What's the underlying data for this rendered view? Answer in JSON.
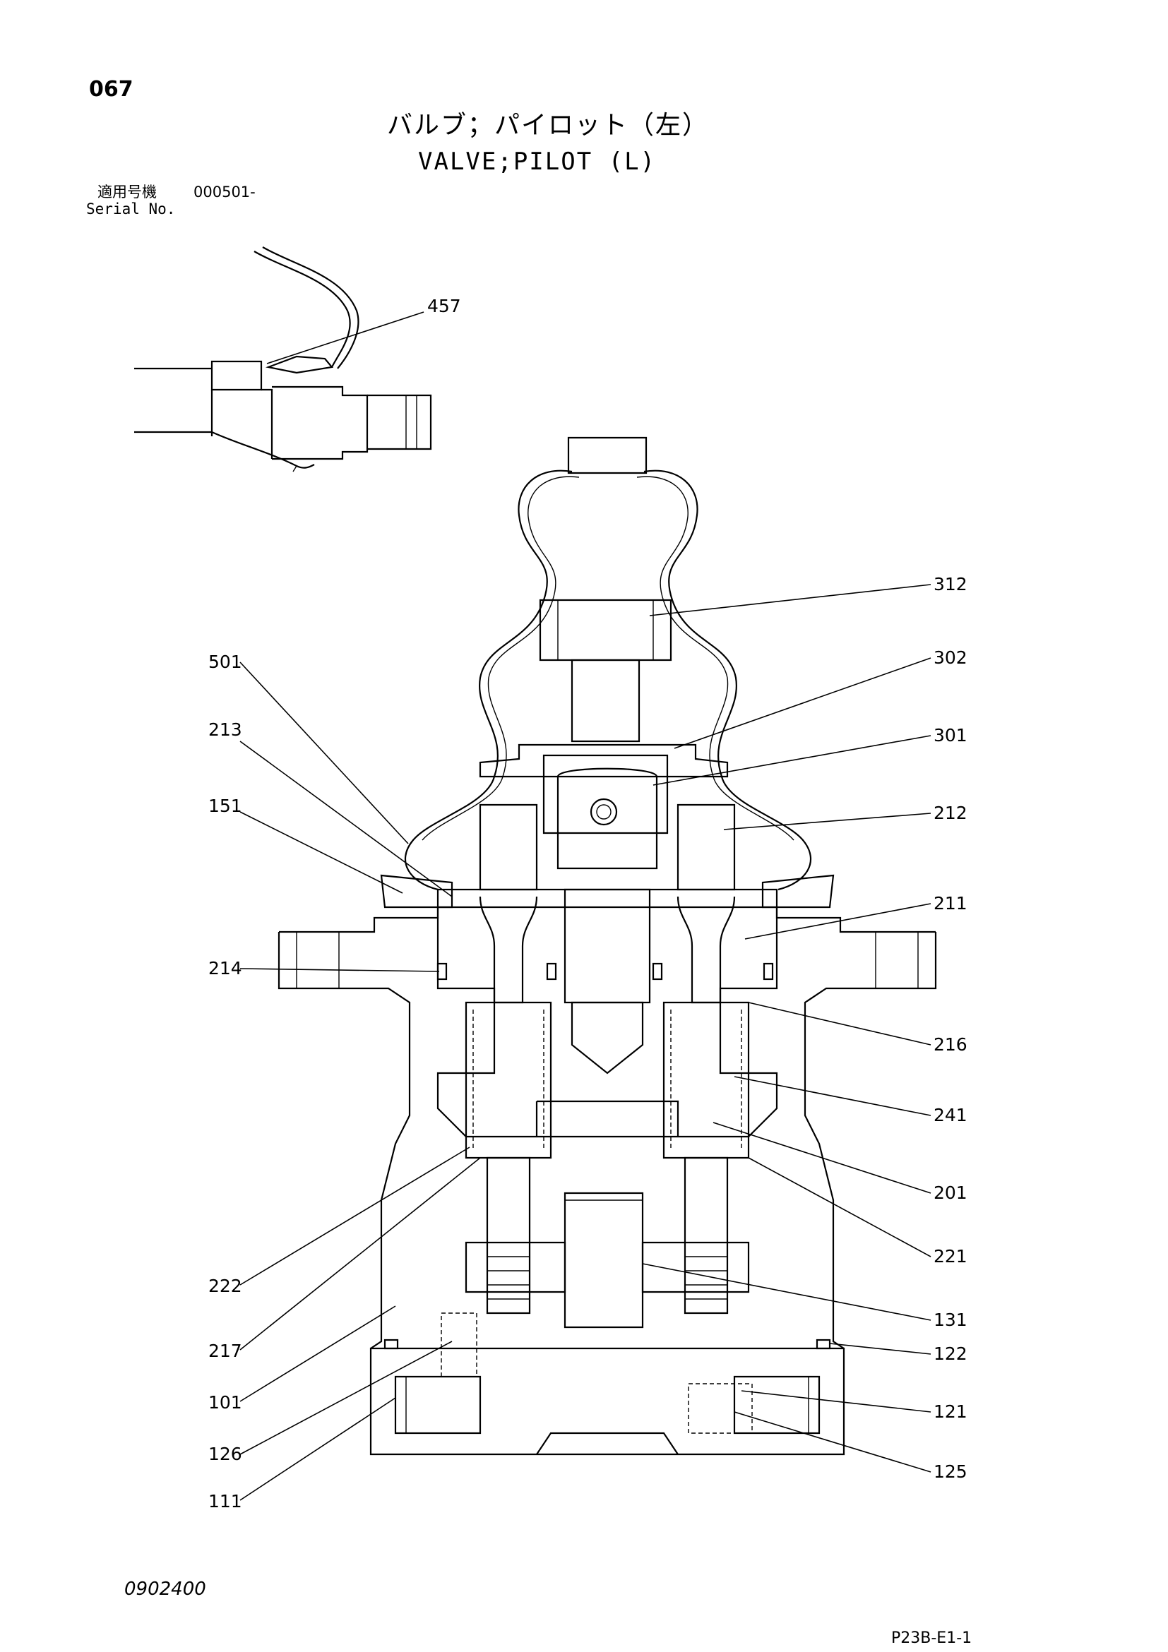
{
  "header": {
    "page_number": "067",
    "title_jp": "バルブ；パイロット（左）",
    "title_en": "VALVE;PILOT (L)",
    "serial_label_jp": "適用号機",
    "serial_label_en": "Serial No.",
    "serial_value": "000501-"
  },
  "footer": {
    "doc_code": "0902400",
    "page_ref": "P23B-E1-1"
  },
  "callouts": [
    {
      "id": "457",
      "label": "457"
    },
    {
      "id": "312",
      "label": "312"
    },
    {
      "id": "302",
      "label": "302"
    },
    {
      "id": "301",
      "label": "301"
    },
    {
      "id": "212",
      "label": "212"
    },
    {
      "id": "211",
      "label": "211"
    },
    {
      "id": "216",
      "label": "216"
    },
    {
      "id": "241",
      "label": "241"
    },
    {
      "id": "201",
      "label": "201"
    },
    {
      "id": "221",
      "label": "221"
    },
    {
      "id": "131",
      "label": "131"
    },
    {
      "id": "122",
      "label": "122"
    },
    {
      "id": "121",
      "label": "121"
    },
    {
      "id": "125",
      "label": "125"
    },
    {
      "id": "501",
      "label": "501"
    },
    {
      "id": "213",
      "label": "213"
    },
    {
      "id": "151",
      "label": "151"
    },
    {
      "id": "214",
      "label": "214"
    },
    {
      "id": "222",
      "label": "222"
    },
    {
      "id": "217",
      "label": "217"
    },
    {
      "id": "101",
      "label": "101"
    },
    {
      "id": "126",
      "label": "126"
    },
    {
      "id": "111",
      "label": "111"
    }
  ]
}
